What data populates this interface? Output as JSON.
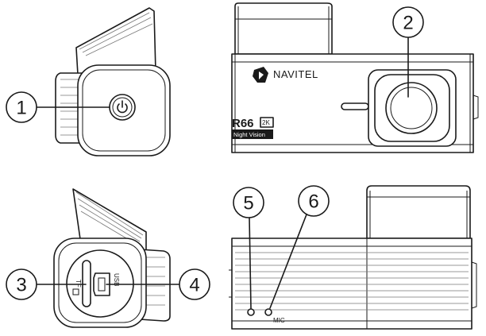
{
  "callouts": [
    {
      "number": "1",
      "target": "power-button"
    },
    {
      "number": "2",
      "target": "camera-lens"
    },
    {
      "number": "3",
      "target": "tf-card-slot"
    },
    {
      "number": "4",
      "target": "usb-port"
    },
    {
      "number": "5",
      "target": "reset-hole"
    },
    {
      "number": "6",
      "target": "microphone"
    }
  ],
  "device": {
    "brand": "NAVITEL",
    "model": "R66",
    "model_badge": "2K",
    "model_subtitle": "Night Vision",
    "port_labels": {
      "tf": "TF",
      "usb": "USB",
      "mic": "MIC"
    }
  },
  "colors": {
    "line": "#1a1a1a",
    "background": "#ffffff"
  }
}
